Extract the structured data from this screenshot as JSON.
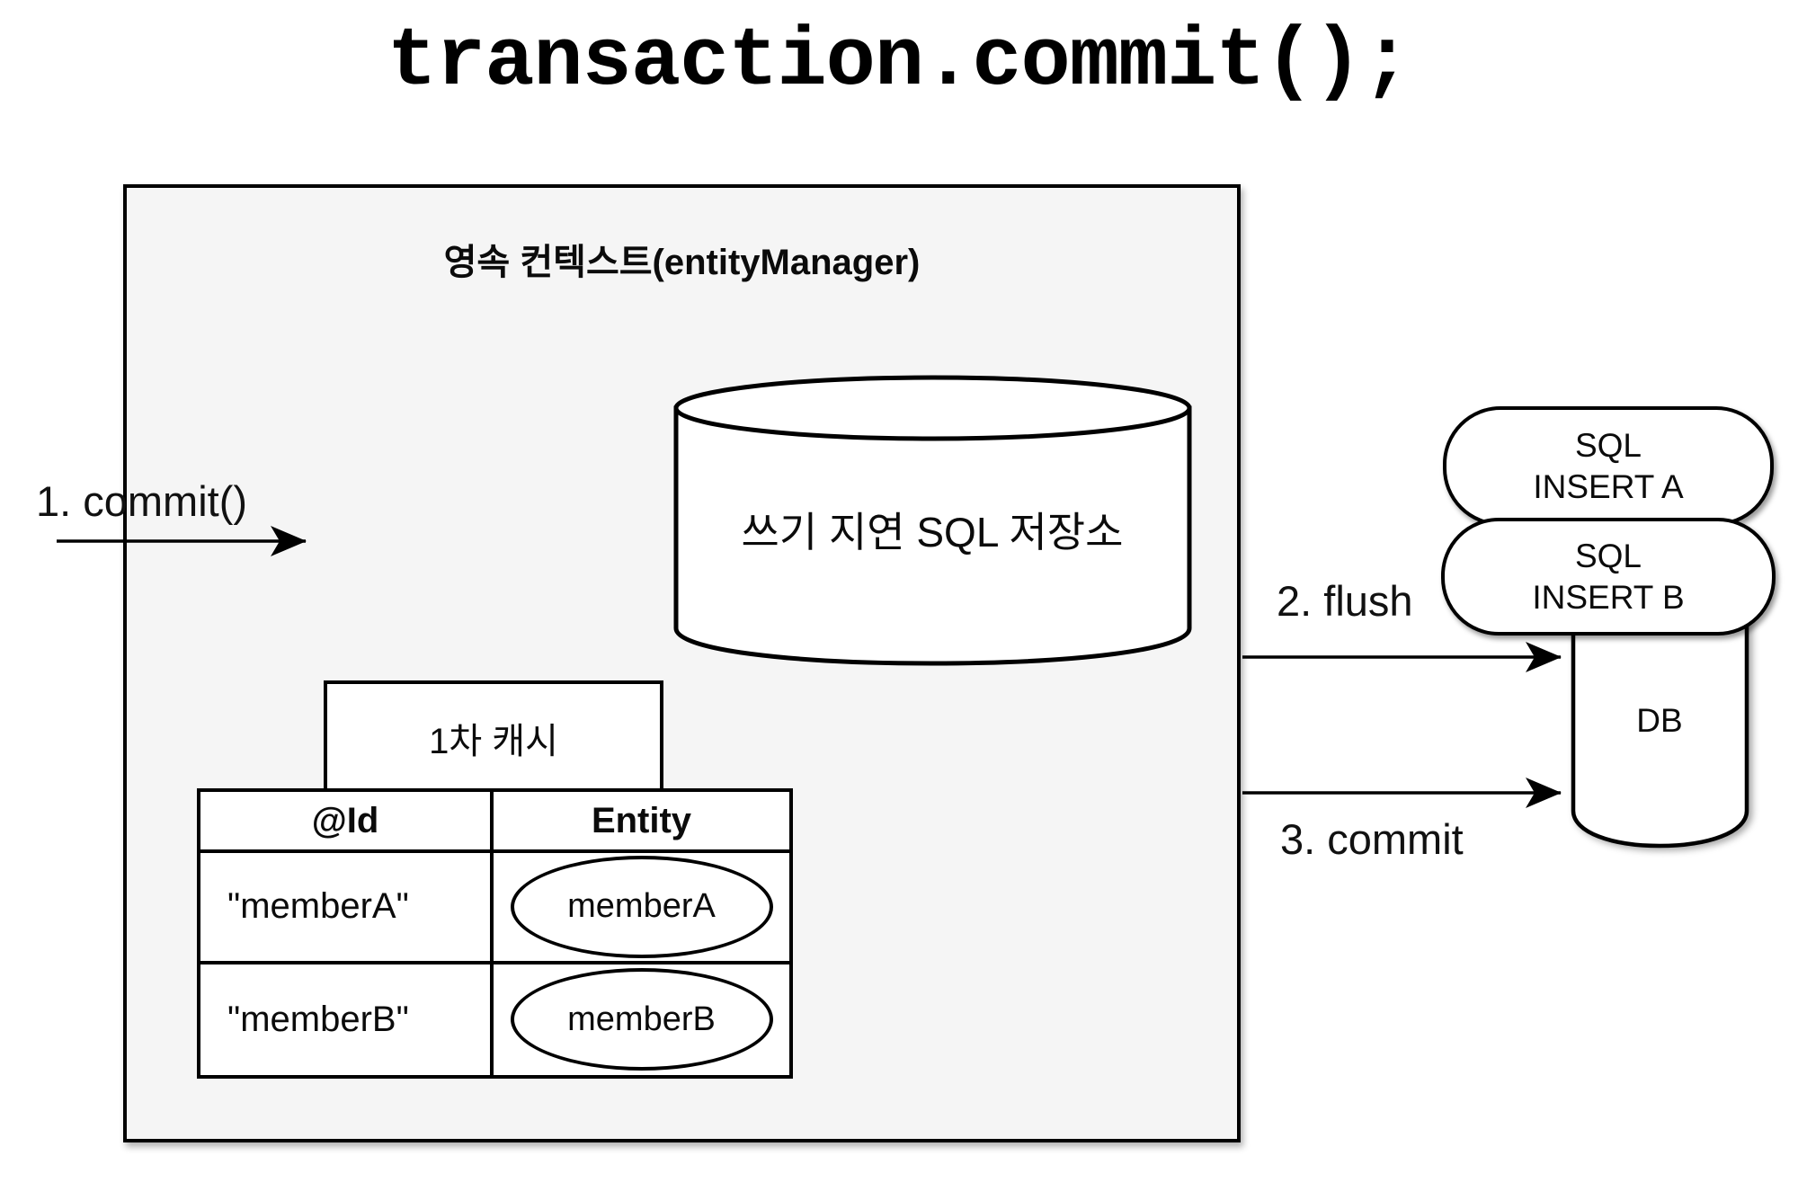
{
  "title": "transaction.commit();",
  "persistence_context": {
    "label": "영속 컨텍스트(entityManager)",
    "write_behind_store": {
      "label": "쓰기 지연 SQL 저장소"
    },
    "first_level_cache": {
      "label": "1차 캐시",
      "table": {
        "columns": [
          "@Id",
          "Entity"
        ],
        "rows": [
          {
            "id": "\"memberA\"",
            "entity": "memberA"
          },
          {
            "id": "\"memberB\"",
            "entity": "memberB"
          }
        ]
      }
    }
  },
  "arrows": [
    {
      "label": "1. commit()"
    },
    {
      "label": "2. flush"
    },
    {
      "label": "3. commit"
    }
  ],
  "sql_statements": [
    {
      "lines": [
        "SQL",
        "INSERT A"
      ]
    },
    {
      "lines": [
        "SQL",
        "INSERT B"
      ]
    }
  ],
  "database": {
    "label": "DB"
  },
  "colors": {
    "background": "#ffffff",
    "box_fill": "#f5f5f5",
    "stroke": "#000000"
  }
}
